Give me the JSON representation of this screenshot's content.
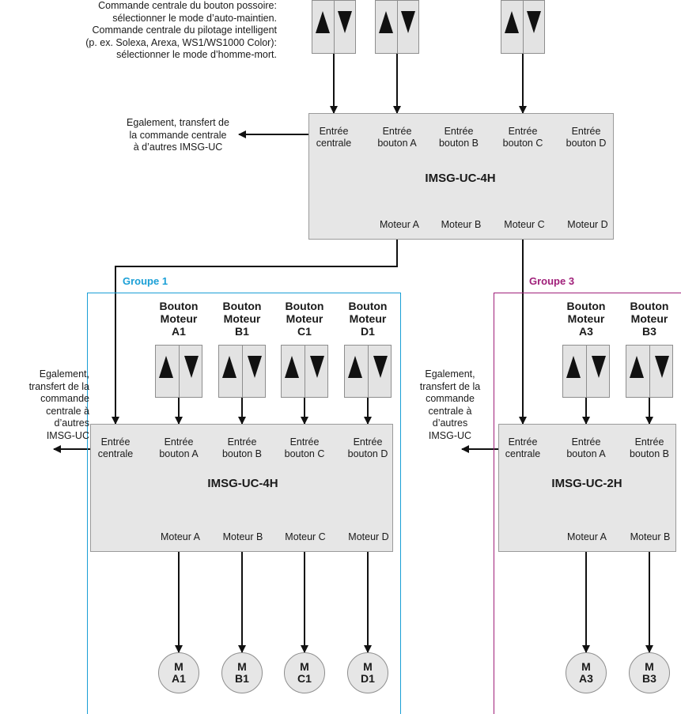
{
  "top_note": {
    "lines": [
      "Commande centrale du bouton possoire:",
      "sélectionner le mode d’auto-maintien.",
      "Commande centrale du pilotage intelligent",
      "(p. ex. Solexa, Arexa, WS1/WS1000 Color):",
      "sélectionner le mode d’homme-mort."
    ]
  },
  "transfer_note_top": [
    "Egalement, transfert de",
    "la commande centrale",
    "à d’autres IMSG-UC"
  ],
  "transfer_note_side": [
    "Egalement,",
    "transfert de la",
    "commande",
    "centrale à",
    "d’autres",
    "IMSG-UC"
  ],
  "modules": {
    "top": {
      "title": "IMSG-UC-4H",
      "inputs": [
        [
          "Entrée",
          "centrale"
        ],
        [
          "Entrée",
          "bouton A"
        ],
        [
          "Entrée",
          "bouton B"
        ],
        [
          "Entrée",
          "bouton C"
        ],
        [
          "Entrée",
          "bouton D"
        ]
      ],
      "outputs": [
        "Moteur A",
        "Moteur B",
        "Moteur C",
        "Moteur D"
      ]
    },
    "group1": {
      "title": "IMSG-UC-4H",
      "inputs": [
        [
          "Entrée",
          "centrale"
        ],
        [
          "Entrée",
          "bouton A"
        ],
        [
          "Entrée",
          "bouton B"
        ],
        [
          "Entrée",
          "bouton C"
        ],
        [
          "Entrée",
          "bouton D"
        ]
      ],
      "outputs": [
        "Moteur A",
        "Moteur B",
        "Moteur C",
        "Moteur D"
      ]
    },
    "group3": {
      "title": "IMSG-UC-2H",
      "inputs": [
        [
          "Entrée",
          "centrale"
        ],
        [
          "Entrée",
          "bouton A"
        ],
        [
          "Entrée",
          "bouton B"
        ]
      ],
      "outputs": [
        "Moteur A",
        "Moteur B"
      ]
    }
  },
  "groups": {
    "group1": {
      "label": "Groupe 1",
      "color": "#1a9fd6"
    },
    "group3": {
      "label": "Groupe 3",
      "color": "#a0207a"
    }
  },
  "button_labels": {
    "group1": [
      [
        "Bouton",
        "Moteur",
        "A1"
      ],
      [
        "Bouton",
        "Moteur",
        "B1"
      ],
      [
        "Bouton",
        "Moteur",
        "C1"
      ],
      [
        "Bouton",
        "Moteur",
        "D1"
      ]
    ],
    "group3": [
      [
        "Bouton",
        "Moteur",
        "A3"
      ],
      [
        "Bouton",
        "Moteur",
        "B3"
      ]
    ]
  },
  "motors": {
    "group1": [
      [
        "M",
        "A1"
      ],
      [
        "M",
        "B1"
      ],
      [
        "M",
        "C1"
      ],
      [
        "M",
        "D1"
      ]
    ],
    "group3": [
      [
        "M",
        "A3"
      ],
      [
        "M",
        "B3"
      ]
    ]
  },
  "icons": {
    "up": "up-triangle-icon",
    "down": "down-triangle-icon"
  }
}
